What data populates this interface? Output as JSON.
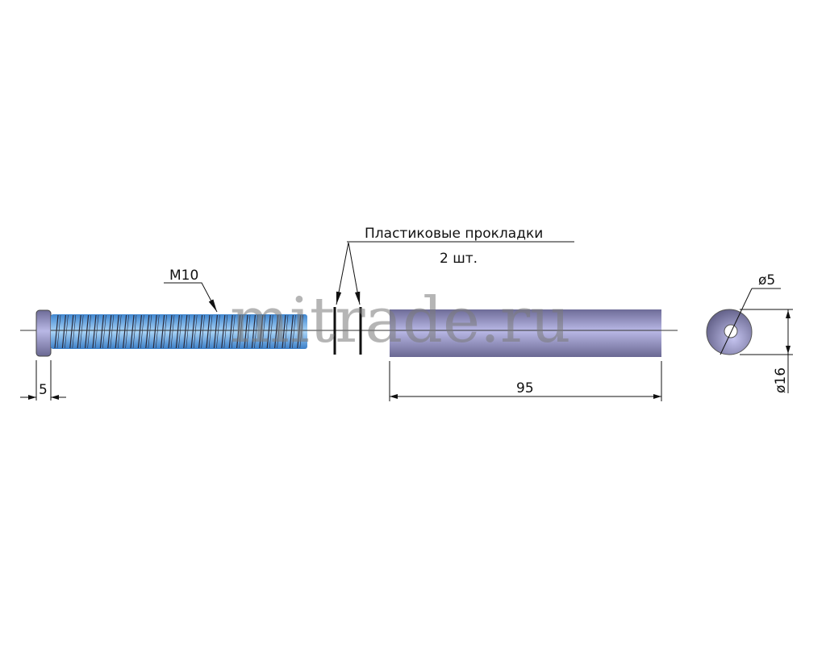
{
  "watermark": "mitrade.ru",
  "labels": {
    "thread": "M10",
    "washers_title": "Пластиковые прокладки",
    "washers_qty": "2 шт.",
    "head_length": "5",
    "tube_length": "95",
    "hole_diameter": "ø5",
    "outer_diameter": "ø16"
  },
  "colors": {
    "thread": "#4f9be0",
    "tube": "#8a88b8",
    "line": "#111111"
  }
}
